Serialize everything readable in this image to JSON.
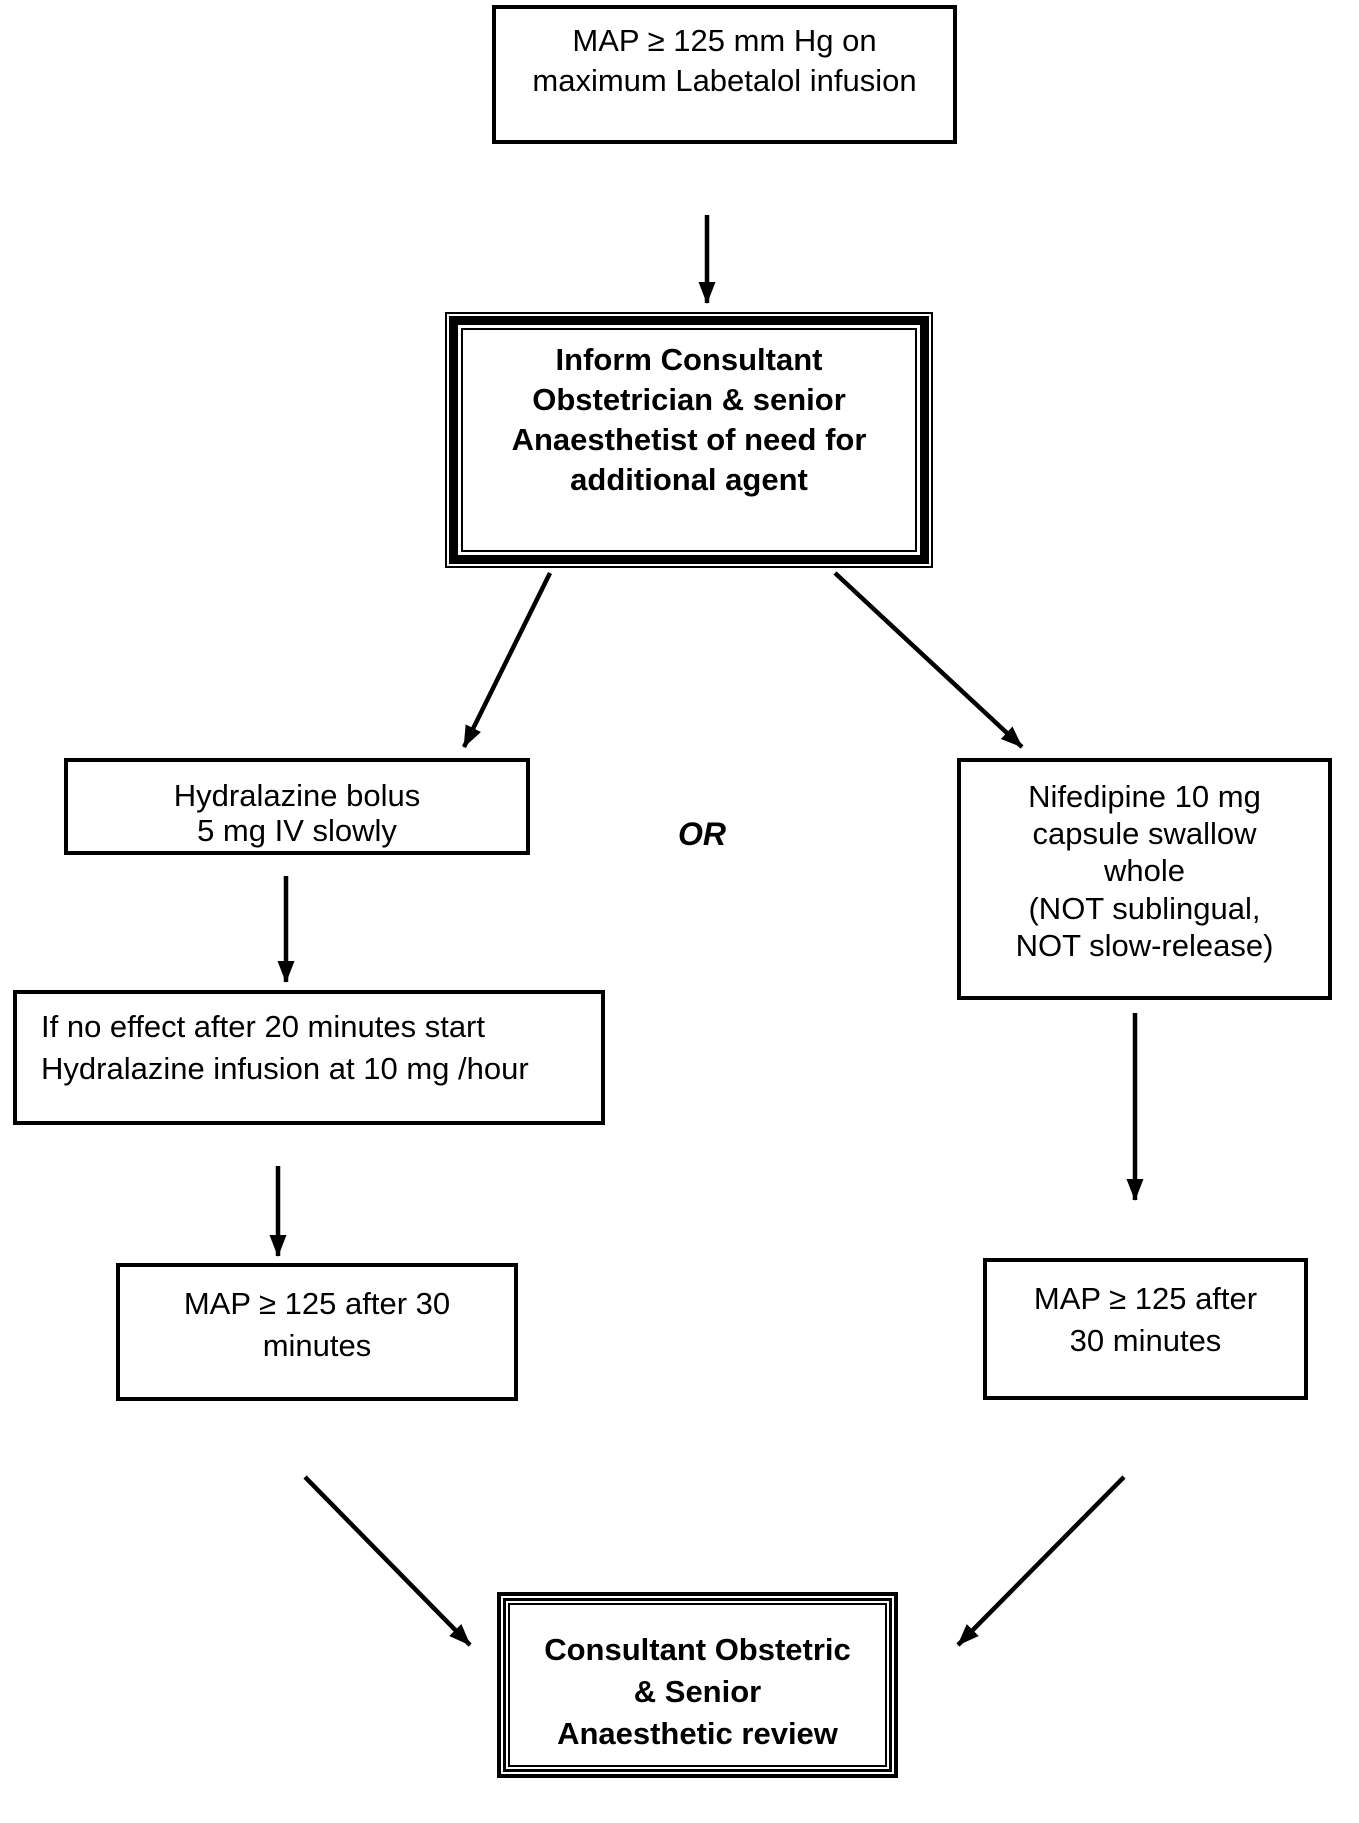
{
  "colors": {
    "ink": "#000000",
    "background": "#ffffff"
  },
  "or_label": "OR",
  "nodes": {
    "map_on_labetalol": {
      "lines": [
        "MAP ≥ 125 mm Hg on",
        "maximum Labetalol infusion"
      ]
    },
    "inform_consultant": {
      "lines": [
        "Inform Consultant",
        "Obstetrician & senior",
        "Anaesthetist of need for",
        "additional agent"
      ]
    },
    "hydralazine_bolus": {
      "lines": [
        "Hydralazine bolus",
        "5 mg IV slowly"
      ]
    },
    "nifedipine": {
      "lines": [
        "Nifedipine 10 mg",
        "capsule swallow",
        "whole",
        "(NOT sublingual,",
        "NOT slow-release)"
      ]
    },
    "hydralazine_infusion": {
      "lines": [
        "If no effect after 20 minutes start",
        "Hydralazine infusion at 10 mg /hour"
      ]
    },
    "map_after_30_left": {
      "lines": [
        "MAP ≥ 125 after 30",
        "minutes"
      ]
    },
    "map_after_30_right": {
      "lines": [
        "MAP ≥ 125 after",
        "30 minutes"
      ]
    },
    "consultant_review": {
      "lines": [
        "Consultant Obstetric",
        "& Senior",
        "Anaesthetic review"
      ]
    }
  },
  "arrows": [
    {
      "from": "map_on_labetalol",
      "to": "inform_consultant"
    },
    {
      "from": "inform_consultant",
      "to": "hydralazine_bolus"
    },
    {
      "from": "inform_consultant",
      "to": "nifedipine"
    },
    {
      "from": "hydralazine_bolus",
      "to": "hydralazine_infusion"
    },
    {
      "from": "hydralazine_infusion",
      "to": "map_after_30_left"
    },
    {
      "from": "nifedipine",
      "to": "map_after_30_right"
    },
    {
      "from": "map_after_30_left",
      "to": "consultant_review"
    },
    {
      "from": "map_after_30_right",
      "to": "consultant_review"
    }
  ]
}
